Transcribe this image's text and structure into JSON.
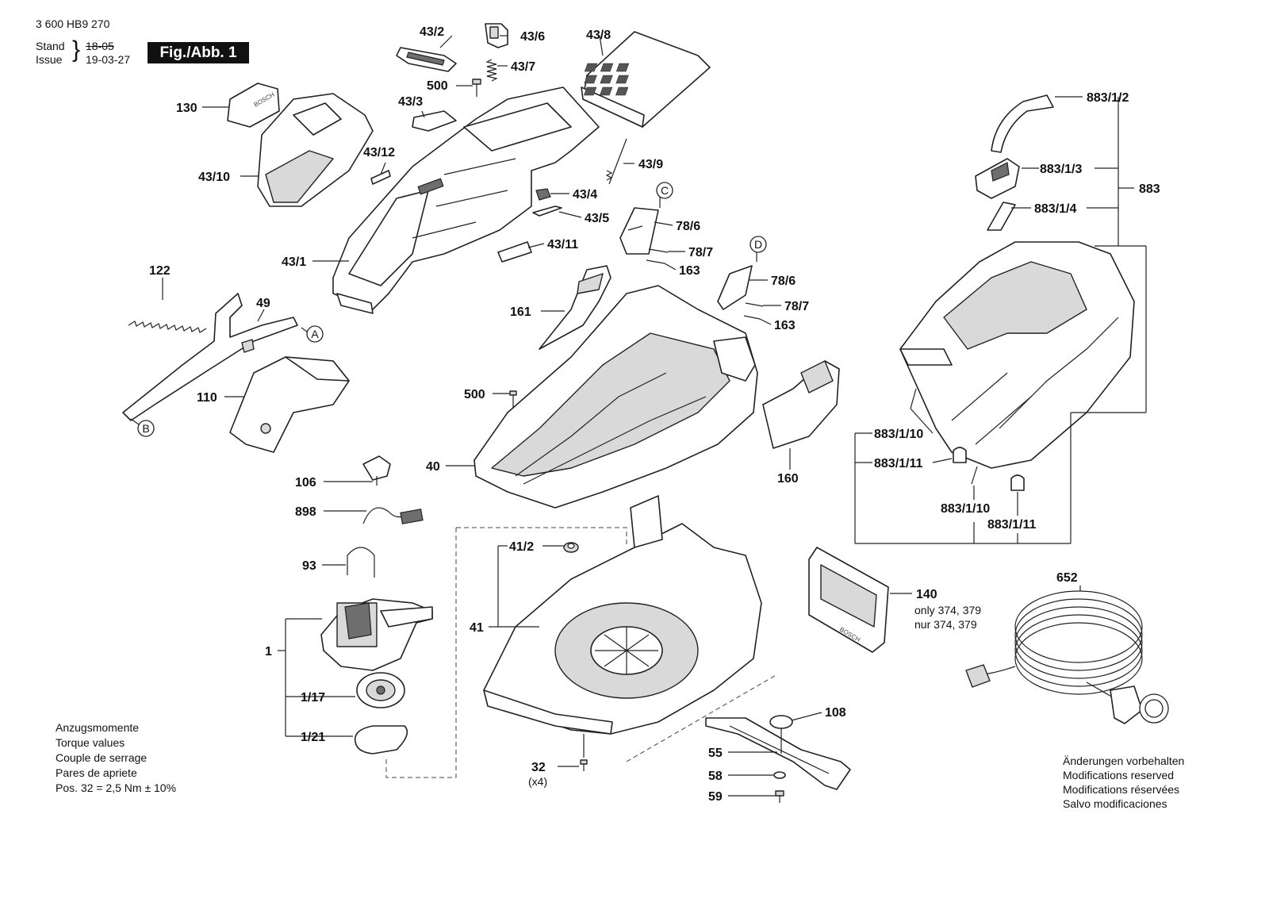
{
  "header": {
    "doc_number": "3 600 HB9 270",
    "stand_label": "Stand",
    "issue_label": "Issue",
    "old_date": "18-05",
    "new_date": "19-03-27",
    "figure_label": "Fig./Abb. 1"
  },
  "parts": {
    "p43_2": "43/2",
    "p43_6": "43/6",
    "p43_8": "43/8",
    "p43_7": "43/7",
    "p500a": "500",
    "p43_3": "43/3",
    "p130": "130",
    "p43_12": "43/12",
    "p43_10": "43/10",
    "p43_9": "43/9",
    "p43_4": "43/4",
    "p43_5": "43/5",
    "p43_11": "43/11",
    "p43_1": "43/1",
    "p78_6a": "78/6",
    "p78_7a": "78/7",
    "p163a": "163",
    "p78_6b": "78/6",
    "p78_7b": "78/7",
    "p163b": "163",
    "p122": "122",
    "p49": "49",
    "p161": "161",
    "p110": "110",
    "p500b": "500",
    "p40": "40",
    "p160": "160",
    "p106": "106",
    "p898": "898",
    "p93": "93",
    "p41_2": "41/2",
    "p41": "41",
    "p1": "1",
    "p1_17": "1/17",
    "p1_21": "1/21",
    "p32": "32",
    "p32_qty": "(x4)",
    "p108": "108",
    "p55": "55",
    "p58": "58",
    "p59": "59",
    "p140": "140",
    "p652": "652",
    "p883_1_2": "883/1/2",
    "p883_1_3": "883/1/3",
    "p883": "883",
    "p883_1_4": "883/1/4",
    "p883_1_10a": "883/1/10",
    "p883_1_11a": "883/1/11",
    "p883_1_10b": "883/1/10",
    "p883_1_11b": "883/1/11"
  },
  "notes": {
    "p140_only": "only 374, 379",
    "p140_nur": "nur 374, 379"
  },
  "markers": {
    "a": "A",
    "b": "B",
    "c": "C",
    "d": "D"
  },
  "torque": {
    "lines": [
      "Anzugsmomente",
      "Torque values",
      "Couple de serrage",
      "Pares de apriete"
    ],
    "spec": "Pos. 32 = 2,5 Nm  ± 10%"
  },
  "disclaimer": {
    "lines": [
      "Änderungen vorbehalten",
      "Modifications reserved",
      "Modifications réservées",
      "Salvo modificaciones"
    ]
  }
}
